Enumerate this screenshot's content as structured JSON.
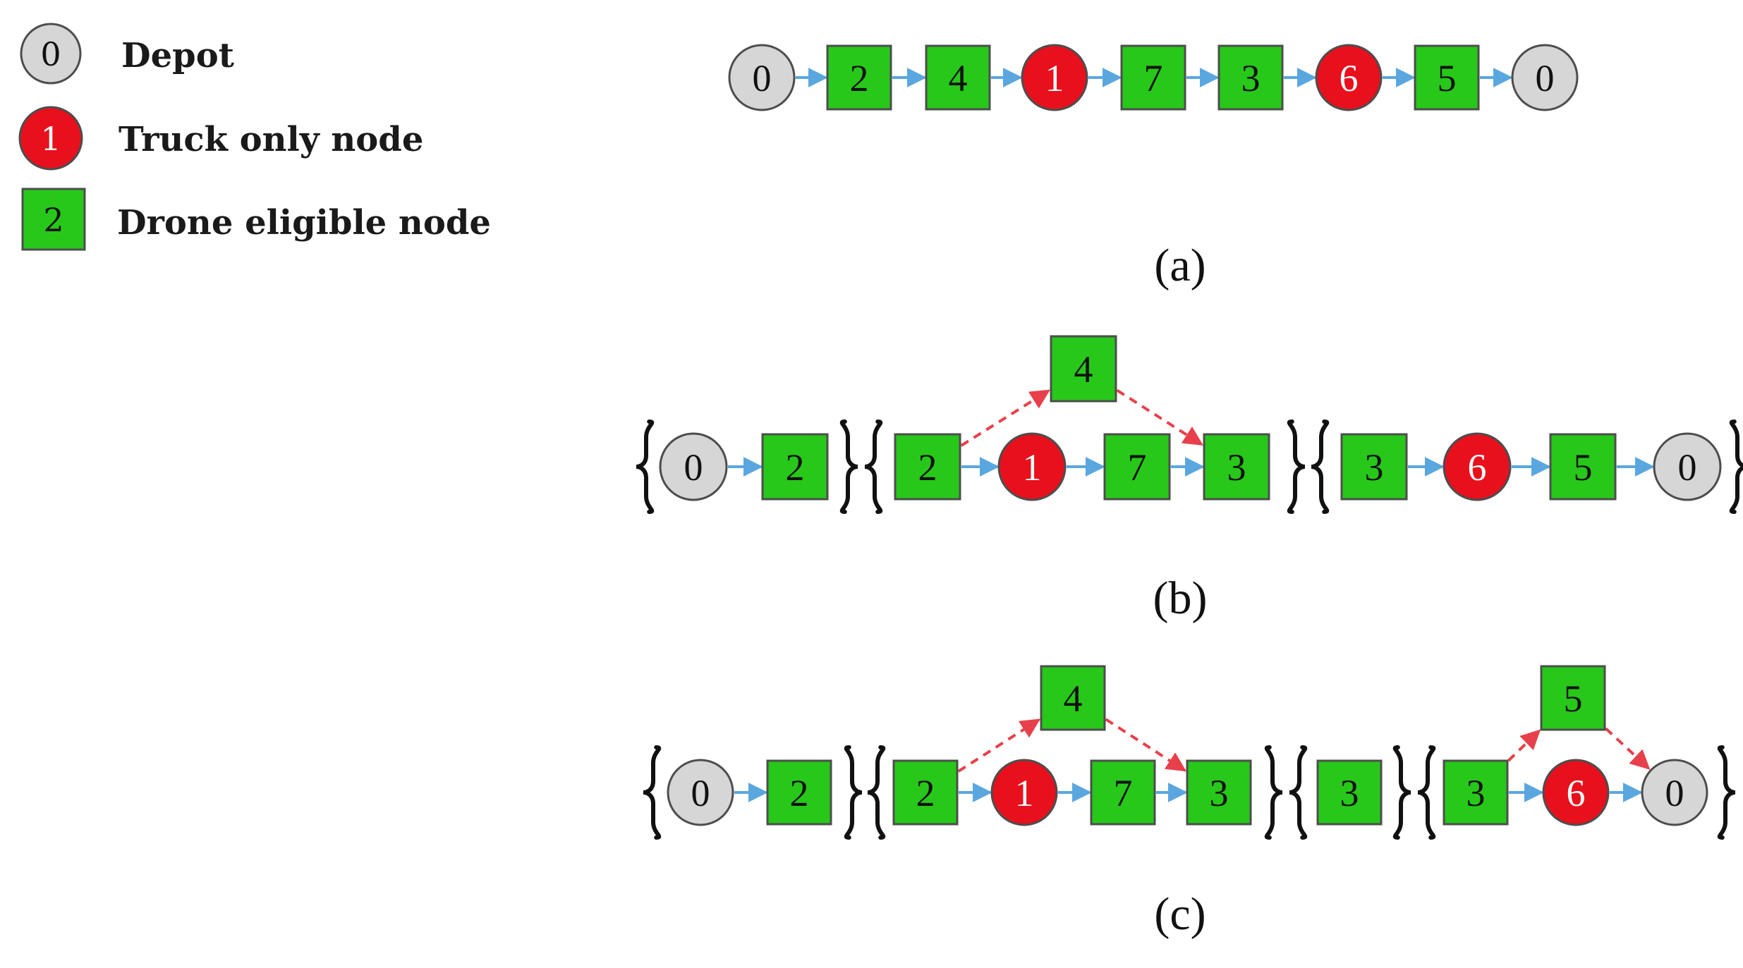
{
  "legend": [
    {
      "kind": "depot",
      "number": "0",
      "text": "Depot"
    },
    {
      "kind": "truck",
      "number": "1",
      "text": "Truck only node"
    },
    {
      "kind": "drone",
      "number": "2",
      "text": "Drone eligible node"
    }
  ],
  "colors": {
    "depot_fill": "#d6d6d6",
    "truck_fill": "#e8101c",
    "drone_fill": "#27c81a",
    "truck_arrow": "#5aa7e0",
    "drone_arrow": "#e8404a",
    "node_stroke": "#4d4d4d"
  },
  "panels": [
    {
      "caption": "(a)",
      "groups": [
        [
          {
            "id": "a0",
            "label": "0",
            "kind": "depot"
          },
          {
            "id": "a1",
            "label": "2",
            "kind": "drone"
          },
          {
            "id": "a2",
            "label": "4",
            "kind": "drone"
          },
          {
            "id": "a3",
            "label": "1",
            "kind": "truck"
          },
          {
            "id": "a4",
            "label": "7",
            "kind": "drone"
          },
          {
            "id": "a5",
            "label": "3",
            "kind": "drone"
          },
          {
            "id": "a6",
            "label": "6",
            "kind": "truck"
          },
          {
            "id": "a7",
            "label": "5",
            "kind": "drone"
          },
          {
            "id": "a8",
            "label": "0",
            "kind": "depot"
          }
        ]
      ],
      "drone_nodes": [],
      "drone_edges": []
    },
    {
      "caption": "(b)",
      "groups": [
        [
          {
            "id": "b0",
            "label": "0",
            "kind": "depot"
          },
          {
            "id": "b1",
            "label": "2",
            "kind": "drone"
          }
        ],
        [
          {
            "id": "b2",
            "label": "2",
            "kind": "drone"
          },
          {
            "id": "b3",
            "label": "1",
            "kind": "truck"
          },
          {
            "id": "b4",
            "label": "7",
            "kind": "drone"
          },
          {
            "id": "b5",
            "label": "3",
            "kind": "drone"
          }
        ],
        [
          {
            "id": "b6",
            "label": "3",
            "kind": "drone"
          },
          {
            "id": "b7",
            "label": "6",
            "kind": "truck"
          },
          {
            "id": "b8",
            "label": "5",
            "kind": "drone"
          },
          {
            "id": "b9",
            "label": "0",
            "kind": "depot"
          }
        ]
      ],
      "drone_nodes": [
        {
          "id": "bd1",
          "label": "4",
          "kind": "drone"
        }
      ],
      "drone_edges": [
        [
          "b2",
          "bd1"
        ],
        [
          "bd1",
          "b5"
        ]
      ]
    },
    {
      "caption": "(c)",
      "groups": [
        [
          {
            "id": "c0",
            "label": "0",
            "kind": "depot"
          },
          {
            "id": "c1",
            "label": "2",
            "kind": "drone"
          }
        ],
        [
          {
            "id": "c2",
            "label": "2",
            "kind": "drone"
          },
          {
            "id": "c3",
            "label": "1",
            "kind": "truck"
          },
          {
            "id": "c4",
            "label": "7",
            "kind": "drone"
          },
          {
            "id": "c5",
            "label": "3",
            "kind": "drone"
          }
        ],
        [
          {
            "id": "c6",
            "label": "3",
            "kind": "drone"
          }
        ],
        [
          {
            "id": "c7",
            "label": "3",
            "kind": "drone"
          },
          {
            "id": "c8",
            "label": "6",
            "kind": "truck"
          },
          {
            "id": "c9",
            "label": "0",
            "kind": "depot"
          }
        ]
      ],
      "drone_nodes": [
        {
          "id": "cd1",
          "label": "4",
          "kind": "drone"
        },
        {
          "id": "cd2",
          "label": "5",
          "kind": "drone"
        }
      ],
      "drone_edges": [
        [
          "c2",
          "cd1"
        ],
        [
          "cd1",
          "c5"
        ],
        [
          "c7",
          "cd2"
        ],
        [
          "cd2",
          "c9"
        ]
      ]
    }
  ]
}
